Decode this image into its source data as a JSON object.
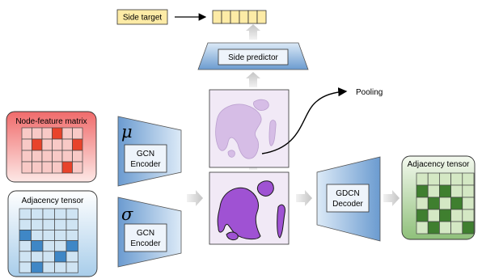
{
  "side_target": {
    "label": "Side target",
    "cells": 6
  },
  "side_predictor": {
    "label": "Side predictor"
  },
  "pooling": {
    "label": "Pooling"
  },
  "node_feature_matrix": {
    "title": "Node-feature matrix",
    "grid": [
      [
        0,
        0,
        0,
        1,
        0,
        0
      ],
      [
        0,
        1,
        0,
        0,
        0,
        1
      ],
      [
        0,
        0,
        0,
        0,
        0,
        0
      ],
      [
        0,
        0,
        0,
        0,
        1,
        0
      ]
    ]
  },
  "adjacency_tensor_input": {
    "title": "Adjacency tensor",
    "grid": [
      [
        0,
        0,
        0,
        0,
        0
      ],
      [
        0,
        0,
        0,
        0,
        0
      ],
      [
        1,
        0,
        0,
        0,
        0
      ],
      [
        0,
        1,
        0,
        0,
        1
      ],
      [
        0,
        0,
        0,
        1,
        0
      ],
      [
        0,
        1,
        0,
        0,
        0
      ]
    ]
  },
  "encoder_mu": {
    "symbol": "μ",
    "line1": "GCN",
    "line2": "Encoder"
  },
  "encoder_sigma": {
    "symbol": "σ",
    "line1": "GCN",
    "line2": "Encoder"
  },
  "decoder": {
    "line1": "GDCN",
    "line2": "Decoder"
  },
  "adjacency_tensor_output": {
    "title": "Adjacency tensor",
    "grid": [
      [
        0,
        0,
        0,
        0,
        0
      ],
      [
        1,
        0,
        1,
        0,
        0
      ],
      [
        0,
        1,
        0,
        1,
        0
      ],
      [
        1,
        0,
        1,
        0,
        0
      ],
      [
        0,
        1,
        0,
        0,
        1
      ]
    ]
  },
  "colors": {
    "red_fill": "#e8432b",
    "red_light": "#f8c9c6",
    "blue_fill": "#3f87c6",
    "blue_light": "#cfe4f3",
    "green_fill": "#3f7f2f",
    "green_light": "#d4e8c4",
    "purple_dark": "#9c4fd0",
    "purple_light": "#d3b8e4",
    "yellow": "#fdeba6"
  }
}
